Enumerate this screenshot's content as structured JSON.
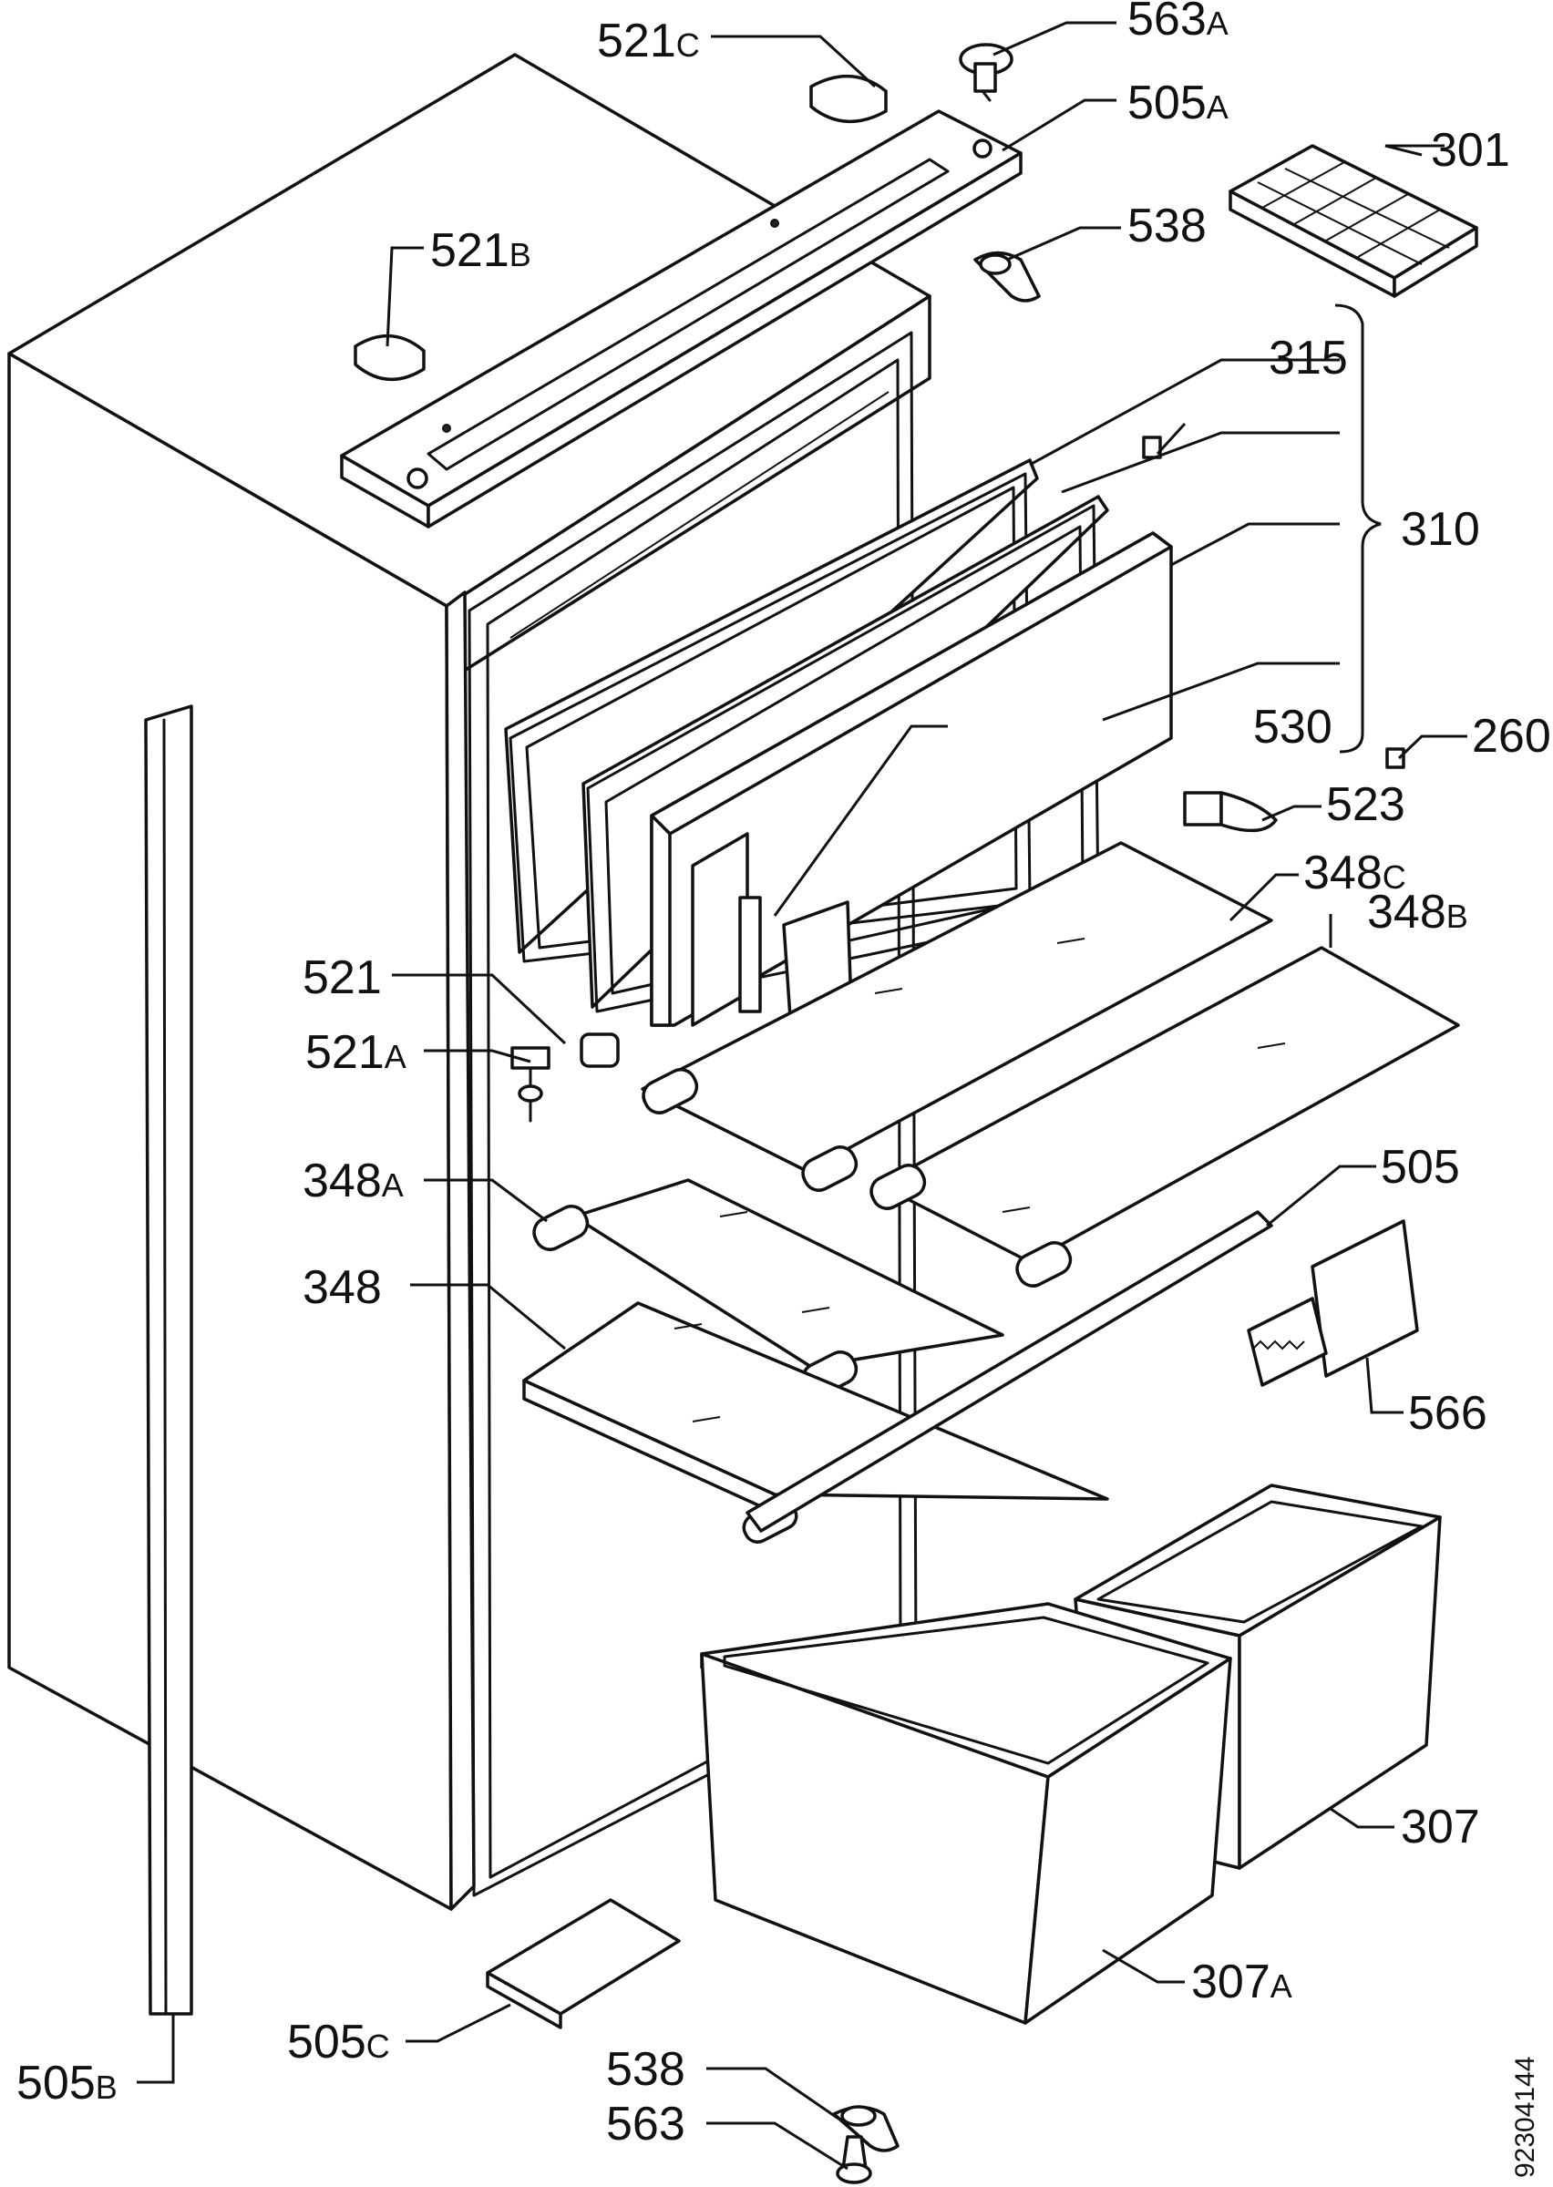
{
  "document_number": "92304144",
  "callouts": [
    {
      "key": "c301",
      "main": "301",
      "suffix": ""
    },
    {
      "key": "c307",
      "main": "307",
      "suffix": ""
    },
    {
      "key": "c307a",
      "main": "307",
      "suffix": "A"
    },
    {
      "key": "c310",
      "main": "310",
      "suffix": ""
    },
    {
      "key": "c315",
      "main": "315",
      "suffix": ""
    },
    {
      "key": "c260",
      "main": "260",
      "suffix": ""
    },
    {
      "key": "c348",
      "main": "348",
      "suffix": ""
    },
    {
      "key": "c348a",
      "main": "348",
      "suffix": "A"
    },
    {
      "key": "c348b",
      "main": "348",
      "suffix": "B"
    },
    {
      "key": "c348c",
      "main": "348",
      "suffix": "C"
    },
    {
      "key": "c505",
      "main": "505",
      "suffix": ""
    },
    {
      "key": "c505a",
      "main": "505",
      "suffix": "A"
    },
    {
      "key": "c505b",
      "main": "505",
      "suffix": "B"
    },
    {
      "key": "c505c",
      "main": "505",
      "suffix": "C"
    },
    {
      "key": "c521",
      "main": "521",
      "suffix": ""
    },
    {
      "key": "c521a",
      "main": "521",
      "suffix": "A"
    },
    {
      "key": "c521b",
      "main": "521",
      "suffix": "B"
    },
    {
      "key": "c521c",
      "main": "521",
      "suffix": "C"
    },
    {
      "key": "c523",
      "main": "523",
      "suffix": ""
    },
    {
      "key": "c530",
      "main": "530",
      "suffix": ""
    },
    {
      "key": "c538top",
      "main": "538",
      "suffix": ""
    },
    {
      "key": "c538bot",
      "main": "538",
      "suffix": ""
    },
    {
      "key": "c563",
      "main": "563",
      "suffix": ""
    },
    {
      "key": "c563a",
      "main": "563",
      "suffix": "A"
    },
    {
      "key": "c566",
      "main": "566",
      "suffix": ""
    }
  ]
}
